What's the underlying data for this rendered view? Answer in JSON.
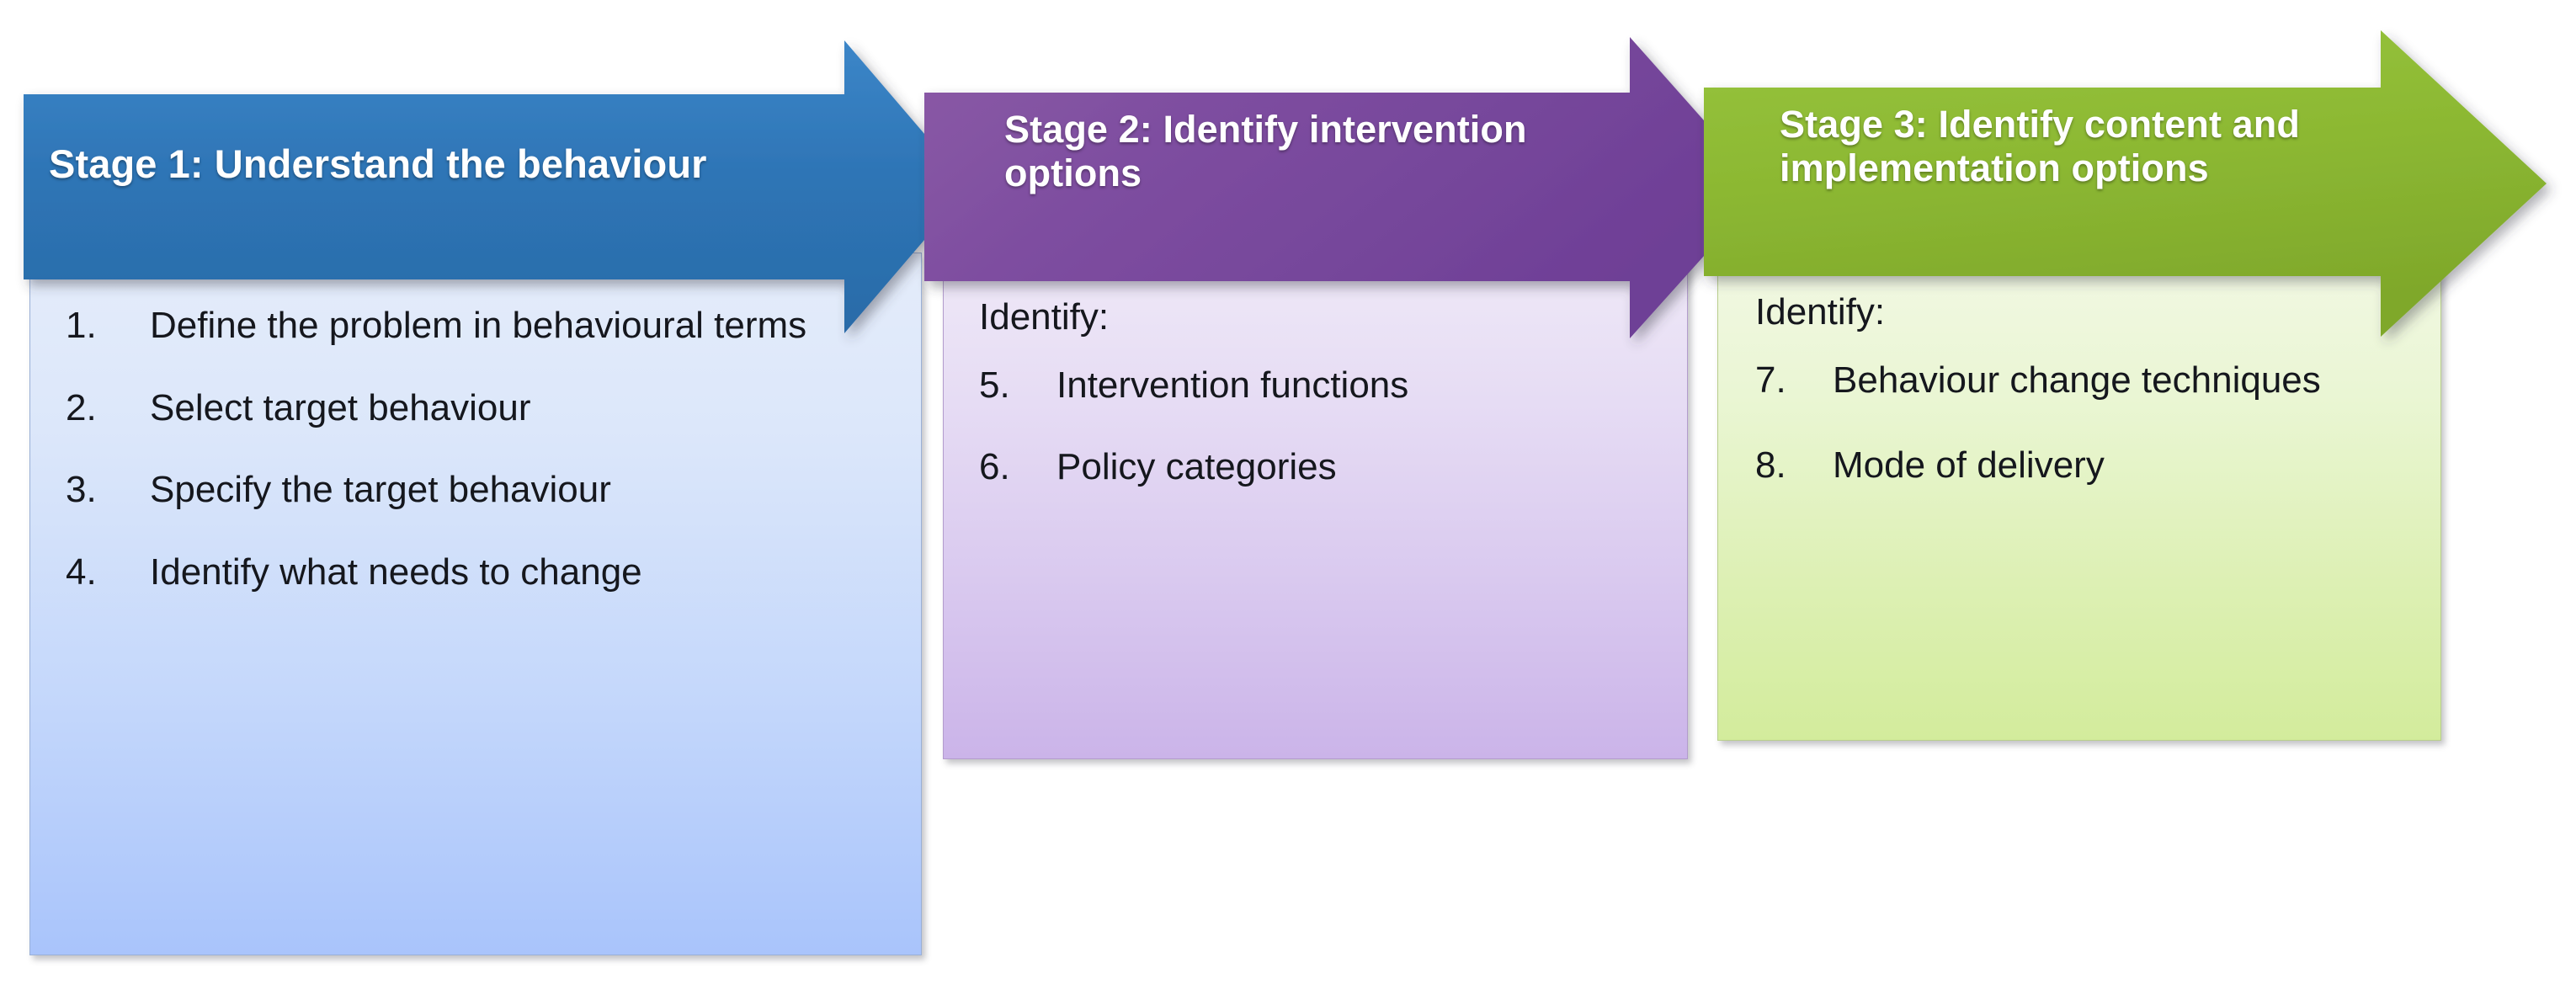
{
  "diagram": {
    "title": "Behaviour change intervention design stages",
    "type": "three-stage-chevron-process"
  },
  "colors": {
    "stage1_arrow": "#2E75B6",
    "stage1_box": "#BDD2F9",
    "stage2_arrow": "#7D4FA3",
    "stage2_box": "#D8C7EE",
    "stage3_arrow": "#8CB832",
    "stage3_box": "#DDF0A8",
    "header_text": "#FFFFFF",
    "body_text": "#15171D",
    "background": "#FFFFFF"
  },
  "stages": [
    {
      "id": "stage-1",
      "title": "Stage 1: Understand the behaviour",
      "intro": "",
      "items": [
        {
          "number": "1.",
          "text": "Define the problem in behavioural terms"
        },
        {
          "number": "2.",
          "text": "Select target behaviour"
        },
        {
          "number": "3.",
          "text": "Specify the target behaviour"
        },
        {
          "number": "4.",
          "text": "Identify what needs to change"
        }
      ]
    },
    {
      "id": "stage-2",
      "title": "Stage 2: Identify intervention options",
      "intro": "Identify:",
      "items": [
        {
          "number": "5.",
          "text": "Intervention functions"
        },
        {
          "number": "6.",
          "text": "Policy categories"
        }
      ]
    },
    {
      "id": "stage-3",
      "title": "Stage 3: Identify content and implementation options",
      "intro": "Identify:",
      "items": [
        {
          "number": "7.",
          "text": "Behaviour change techniques"
        },
        {
          "number": "8.",
          "text": "Mode of delivery"
        }
      ]
    }
  ]
}
